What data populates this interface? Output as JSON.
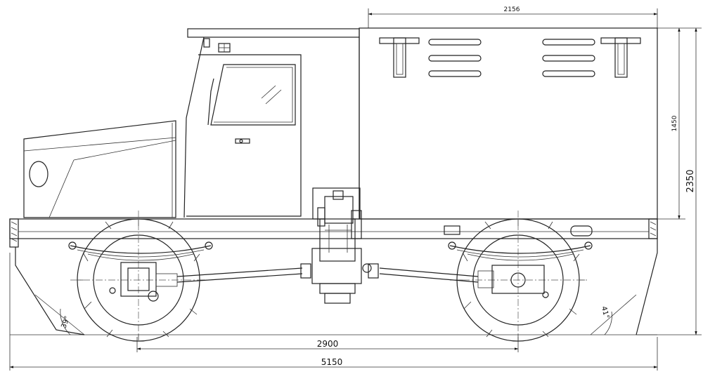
{
  "dimensions": {
    "top_width": "2156",
    "section_height": "1450",
    "overall_height": "2350",
    "wheelbase": "2900",
    "overall_length": "5150"
  },
  "angles": {
    "approach": "39°",
    "departure": "41°"
  }
}
